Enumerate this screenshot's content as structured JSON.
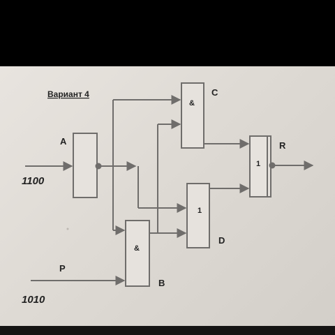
{
  "title": "Вариант 4",
  "inputs": {
    "a_label": "A",
    "a_value": "1100",
    "p_label": "P",
    "p_value": "1010"
  },
  "gates": {
    "c": {
      "label": "C",
      "symbol": "&"
    },
    "b": {
      "label": "B",
      "symbol": "&"
    },
    "d": {
      "label": "D",
      "symbol": "1"
    },
    "r": {
      "label": "R",
      "symbol": "1"
    }
  },
  "colors": {
    "wire": "#6f6d6b",
    "paper": "#e4e0db",
    "background": "#000000"
  }
}
